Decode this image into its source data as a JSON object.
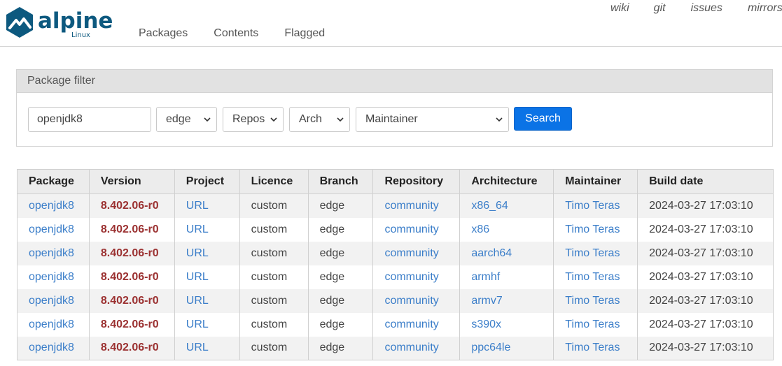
{
  "brand": {
    "name": "alpine",
    "sub": "Linux",
    "color": "#0d597f"
  },
  "nav": [
    "Packages",
    "Contents",
    "Flagged"
  ],
  "toplinks": [
    "wiki",
    "git",
    "issues",
    "mirrors"
  ],
  "filter": {
    "title": "Package filter",
    "name_value": "openjdk8",
    "branch": "edge",
    "repo": "Repos",
    "arch": "Arch",
    "maintainer": "Maintainer",
    "search_label": "Search"
  },
  "table": {
    "headers": [
      "Package",
      "Version",
      "Project",
      "Licence",
      "Branch",
      "Repository",
      "Architecture",
      "Maintainer",
      "Build date"
    ],
    "rows": [
      {
        "package": "openjdk8",
        "version": "8.402.06-r0",
        "project": "URL",
        "licence": "custom",
        "branch": "edge",
        "repository": "community",
        "arch": "x86_64",
        "maintainer": "Timo Teras",
        "build_date": "2024-03-27 17:03:10"
      },
      {
        "package": "openjdk8",
        "version": "8.402.06-r0",
        "project": "URL",
        "licence": "custom",
        "branch": "edge",
        "repository": "community",
        "arch": "x86",
        "maintainer": "Timo Teras",
        "build_date": "2024-03-27 17:03:10"
      },
      {
        "package": "openjdk8",
        "version": "8.402.06-r0",
        "project": "URL",
        "licence": "custom",
        "branch": "edge",
        "repository": "community",
        "arch": "aarch64",
        "maintainer": "Timo Teras",
        "build_date": "2024-03-27 17:03:10"
      },
      {
        "package": "openjdk8",
        "version": "8.402.06-r0",
        "project": "URL",
        "licence": "custom",
        "branch": "edge",
        "repository": "community",
        "arch": "armhf",
        "maintainer": "Timo Teras",
        "build_date": "2024-03-27 17:03:10"
      },
      {
        "package": "openjdk8",
        "version": "8.402.06-r0",
        "project": "URL",
        "licence": "custom",
        "branch": "edge",
        "repository": "community",
        "arch": "armv7",
        "maintainer": "Timo Teras",
        "build_date": "2024-03-27 17:03:10"
      },
      {
        "package": "openjdk8",
        "version": "8.402.06-r0",
        "project": "URL",
        "licence": "custom",
        "branch": "edge",
        "repository": "community",
        "arch": "s390x",
        "maintainer": "Timo Teras",
        "build_date": "2024-03-27 17:03:10"
      },
      {
        "package": "openjdk8",
        "version": "8.402.06-r0",
        "project": "URL",
        "licence": "custom",
        "branch": "edge",
        "repository": "community",
        "arch": "ppc64le",
        "maintainer": "Timo Teras",
        "build_date": "2024-03-27 17:03:10"
      }
    ]
  }
}
